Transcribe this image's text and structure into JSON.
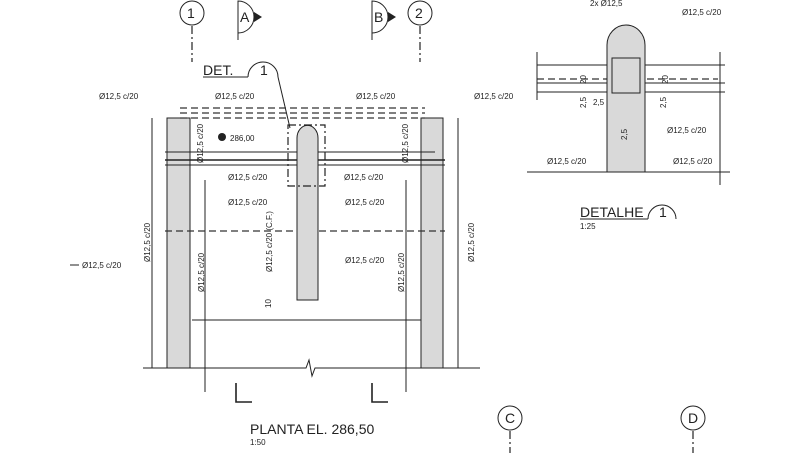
{
  "grid": {
    "g1": "1",
    "g2": "2",
    "gC": "C",
    "gD": "D"
  },
  "sections": {
    "a": "A",
    "b": "B"
  },
  "det": {
    "label": "DET.",
    "number": "1"
  },
  "plan": {
    "title": "PLANTA   EL. 286,50",
    "scale": "1:50",
    "elevation_mark": "286,00",
    "rebar": "Ø12,5 c/20",
    "rebar_cf": "Ø12,5 c/20 (C.F.)",
    "dim_10": "10"
  },
  "detail": {
    "title": "DETALHE",
    "number": "1",
    "scale": "1:25",
    "top_bars": "2x Ø12,5",
    "rebar": "Ø12,5 c/20",
    "dim_20": "20",
    "dim_25": "2,5"
  }
}
